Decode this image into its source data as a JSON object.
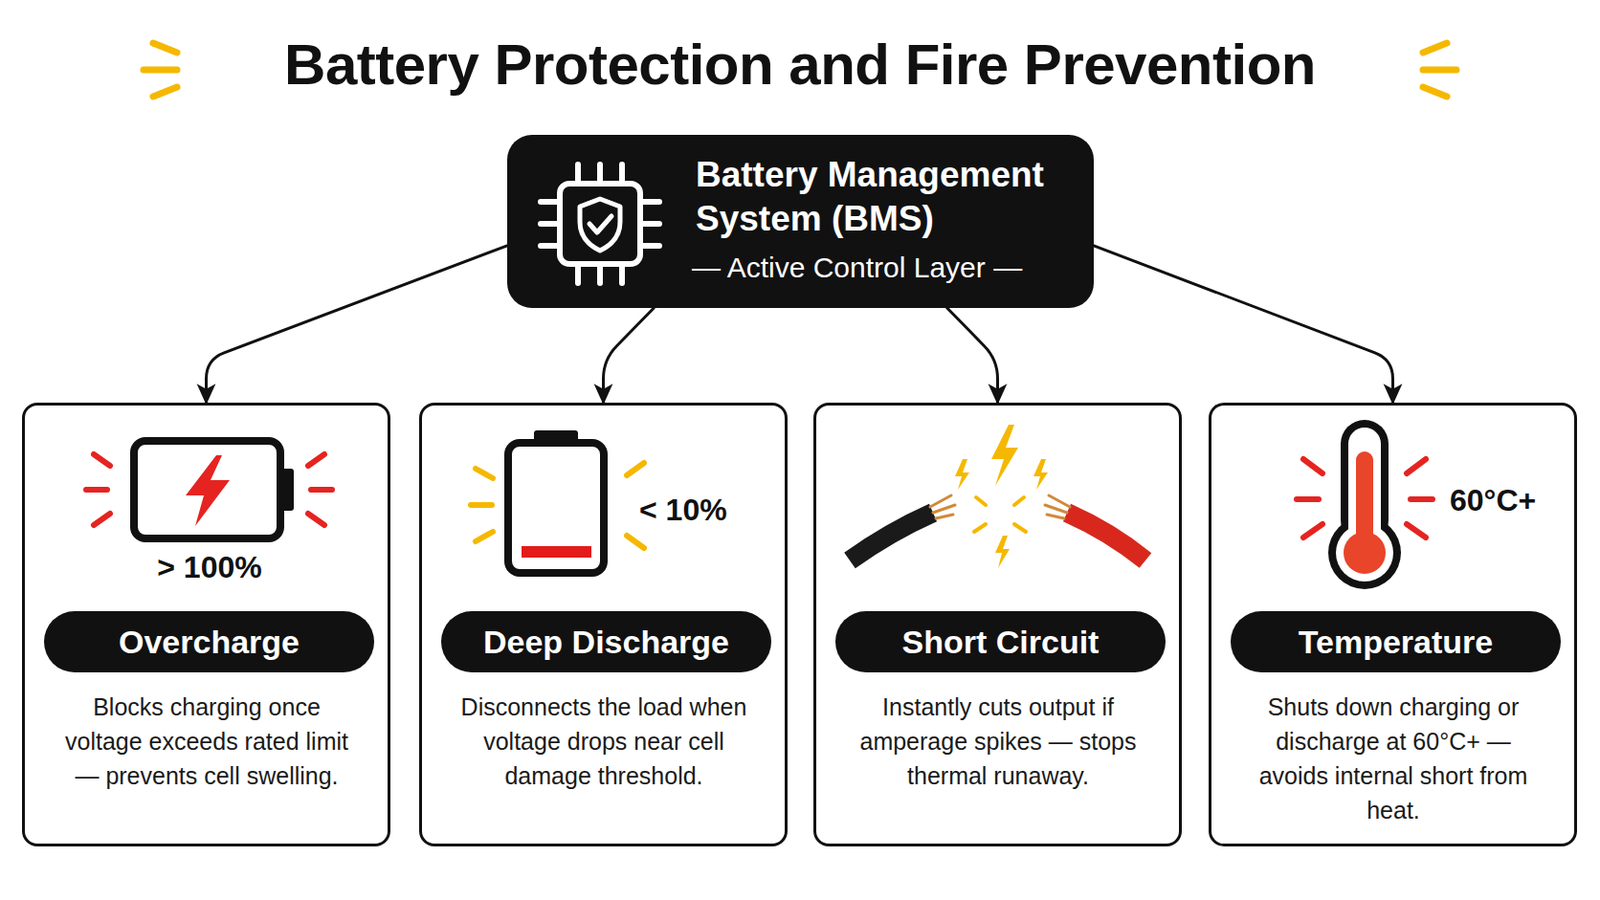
{
  "diagram": {
    "title": "Battery Protection and Fire Prevention",
    "nodes": [
      {
        "text": [
          "Battery Management System (BMS)",
          "— Active Control Layer —"
        ]
      },
      {
        "text": [
          "Blocks charging once voltage exceeds rated limit — prevents cell swelling."
        ]
      },
      {
        "text": [
          "Overcharge"
        ],
        "in": 1
      },
      {
        "text": [
          "Disconnects the load when voltage drops near cell damage threshold."
        ]
      },
      {
        "text": [
          "Deep Discharge"
        ],
        "in": 3
      },
      {
        "text": [
          "Instantly cuts output if amperage spikes — stops thermal runaway."
        ]
      },
      {
        "text": [
          "Short Circuit"
        ],
        "in": 5
      },
      {
        "text": [
          "Shuts down charging or discharge at 60°C+ — avoids internal short from heat."
        ]
      },
      {
        "text": [
          "Temperature"
        ],
        "in": 7
      }
    ],
    "edges": [
      {
        "from": 0,
        "to": 1,
        "arrow": "to"
      },
      {
        "from": 0,
        "to": 3,
        "arrow": "to"
      },
      {
        "from": 0,
        "to": 5,
        "arrow": "to"
      },
      {
        "from": 0,
        "to": 7,
        "arrow": "to"
      }
    ],
    "labels": [
      "> 100%",
      "< 10%",
      "60°C+"
    ]
  }
}
